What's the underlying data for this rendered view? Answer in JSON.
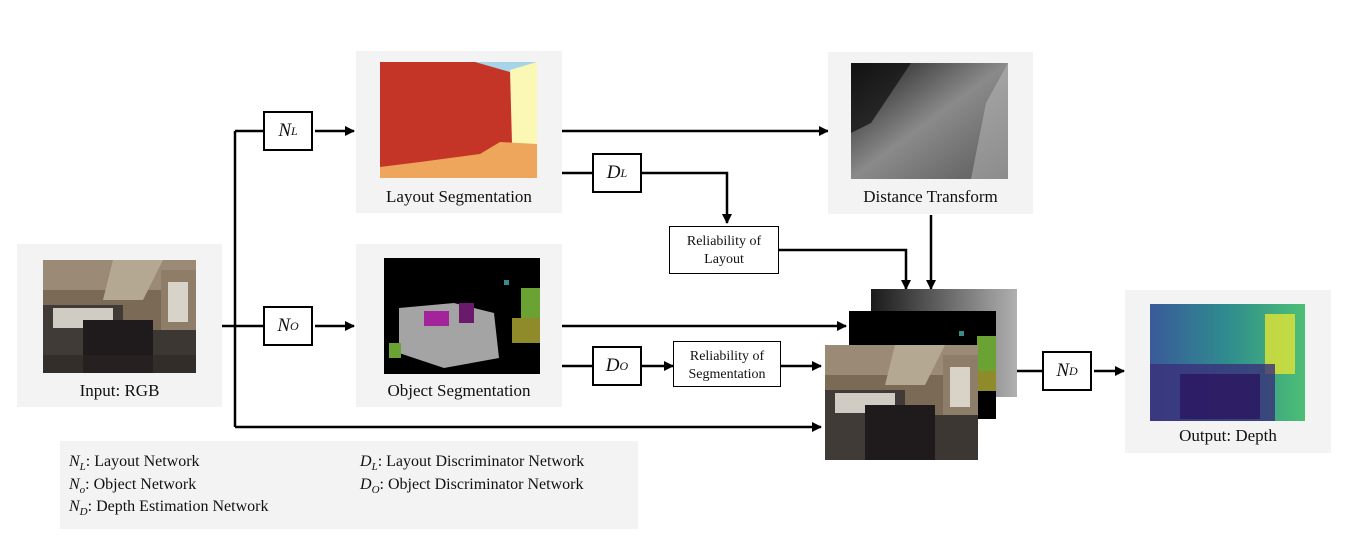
{
  "nodes": {
    "input": {
      "caption": "Input: RGB"
    },
    "layout_seg": {
      "caption": "Layout Segmentation"
    },
    "object_seg": {
      "caption": "Object Segmentation"
    },
    "distance": {
      "caption": "Distance Transform"
    },
    "output": {
      "caption": "Output: Depth"
    }
  },
  "networks": {
    "nl": {
      "symbol": "N",
      "sub": "L"
    },
    "no": {
      "symbol": "N",
      "sub": "O"
    },
    "dl": {
      "symbol": "D",
      "sub": "L"
    },
    "do": {
      "symbol": "D",
      "sub": "O"
    },
    "nd": {
      "symbol": "N",
      "sub": "D"
    }
  },
  "reliability": {
    "layout": {
      "line1": "Reliability of",
      "line2": "Layout"
    },
    "segmentation": {
      "line1": "Reliability of",
      "line2": "Segmentation"
    }
  },
  "legend": [
    {
      "symbol": "N",
      "sub": "L",
      "text": ": Layout Network"
    },
    {
      "symbol": "N",
      "sub": "o",
      "text": ": Object Network"
    },
    {
      "symbol": "N",
      "sub": "D",
      "text": ": Depth Estimation Network"
    },
    {
      "symbol": "D",
      "sub": "L",
      "text": ": Layout Discriminator Network"
    },
    {
      "symbol": "D",
      "sub": "O",
      "text": ": Object Discriminator Network"
    }
  ],
  "colors": {
    "panel_bg": "#f3f3f3",
    "layout_wall": "#c43528",
    "layout_floor": "#eda65c",
    "layout_side": "#fbf8b6",
    "layout_ceiling": "#a7d4e8",
    "object_gray": "#a4a4a4",
    "object_purple": "#a3239a",
    "object_olive": "#6aa333"
  }
}
